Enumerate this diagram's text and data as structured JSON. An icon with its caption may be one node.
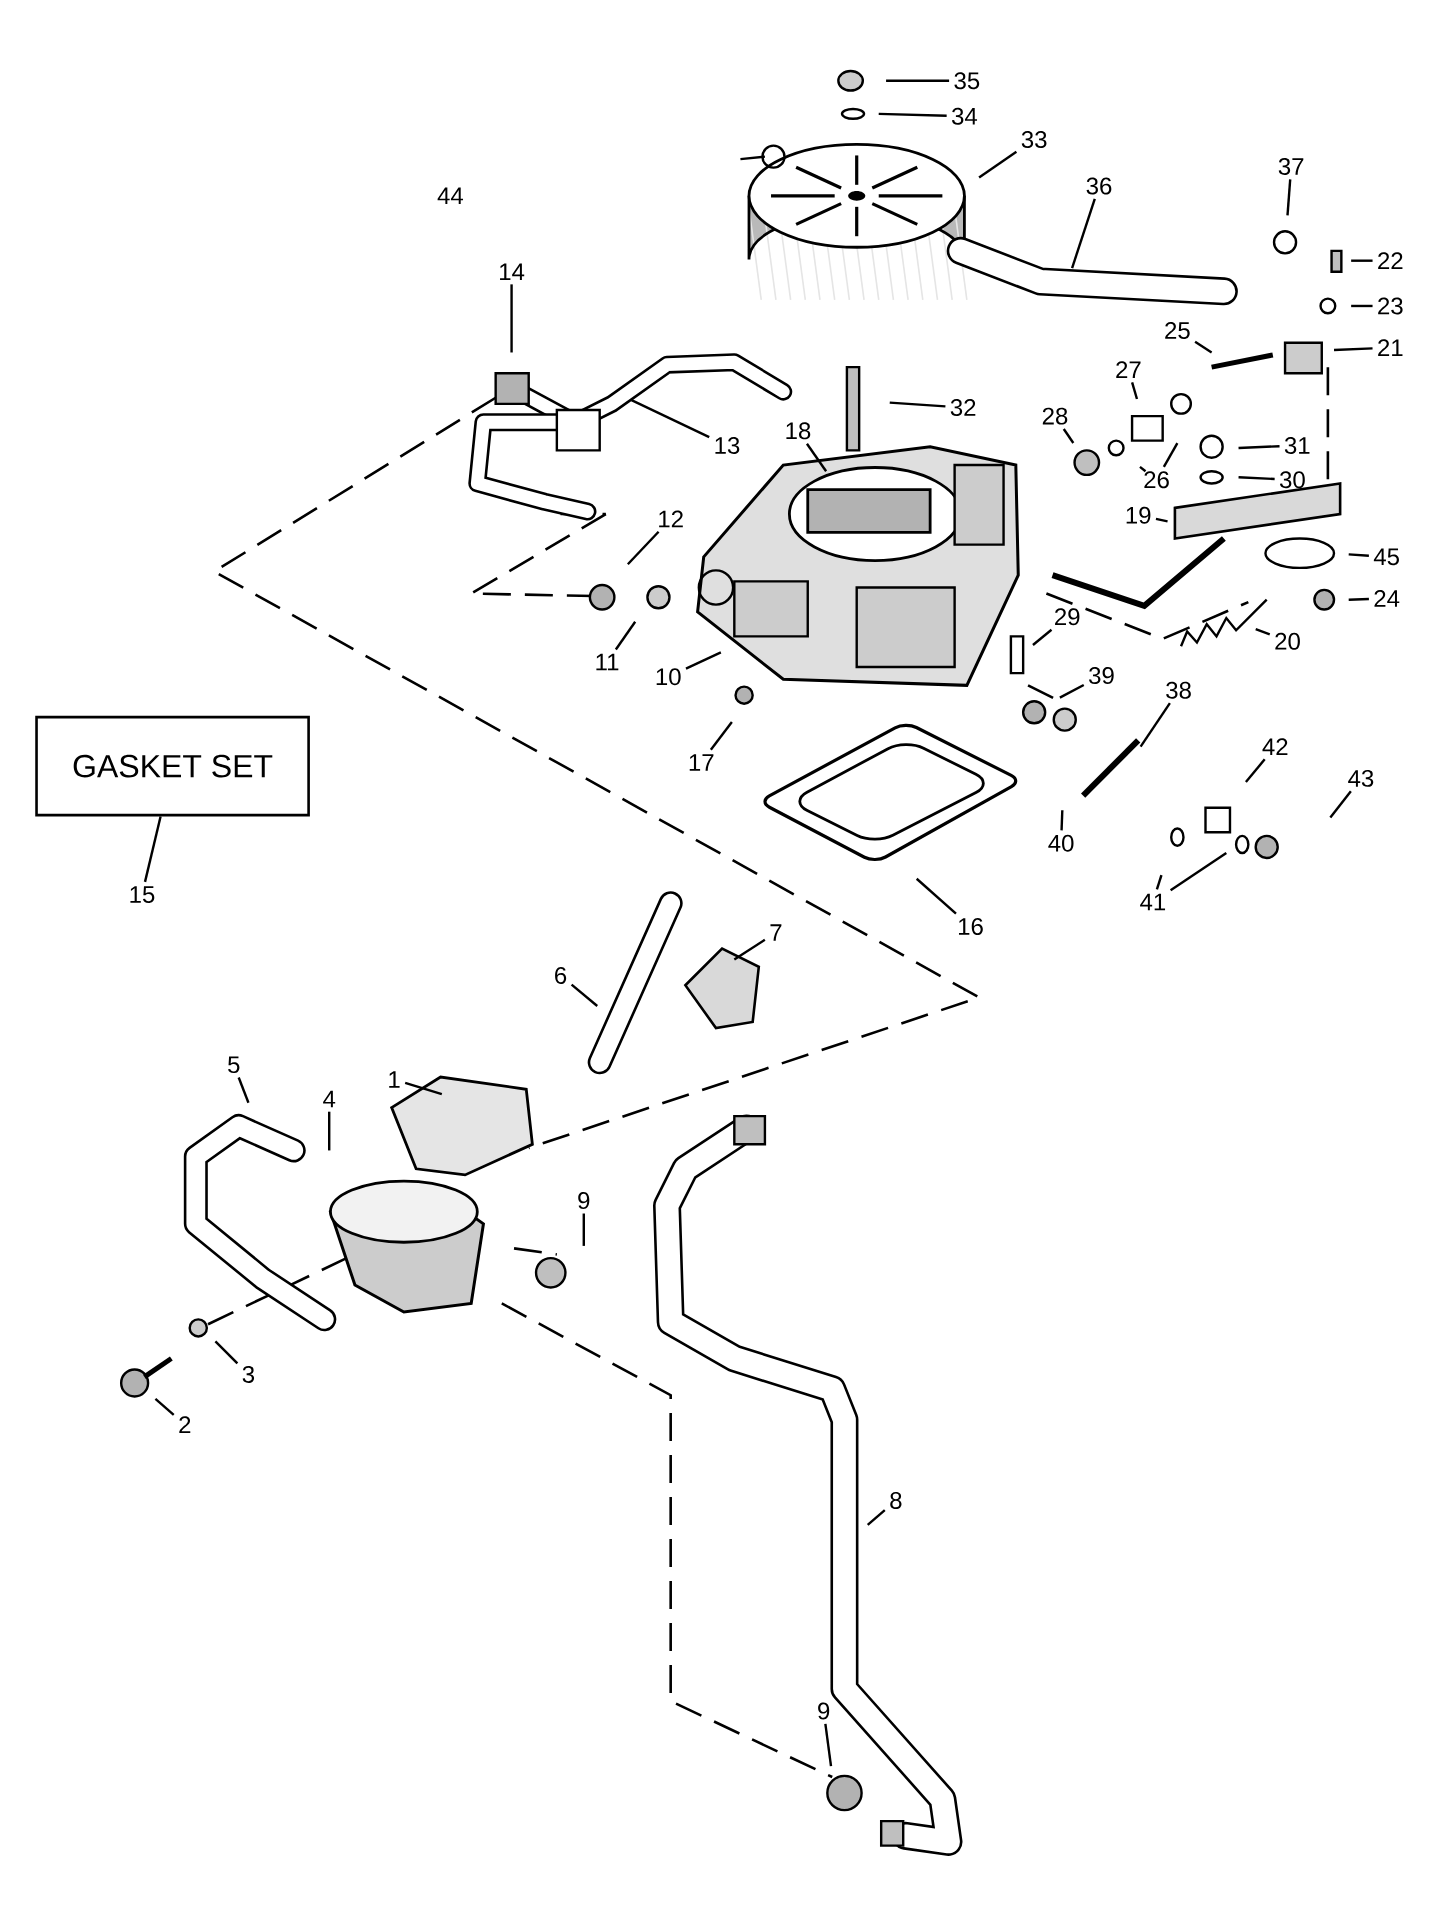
{
  "diagram": {
    "nodes": [
      {
        "text": [
          "35"
        ]
      },
      {
        "text": [
          "34"
        ]
      },
      {
        "text": [
          "33"
        ]
      },
      {
        "text": [
          "36"
        ]
      },
      {
        "text": [
          "37"
        ]
      },
      {
        "text": [
          "22"
        ]
      },
      {
        "text": [
          "14"
        ]
      },
      {
        "text": [
          "23"
        ]
      },
      {
        "text": [
          "25"
        ]
      },
      {
        "text": [
          "21"
        ]
      },
      {
        "text": [
          "27"
        ]
      },
      {
        "text": [
          "32"
        ]
      },
      {
        "text": [
          "28"
        ]
      },
      {
        "text": [
          "18"
        ]
      },
      {
        "text": [
          "31"
        ]
      },
      {
        "text": [
          "13"
        ]
      },
      {
        "text": [
          "26"
        ]
      },
      {
        "text": [
          "30"
        ]
      },
      {
        "text": [
          "19"
        ]
      },
      {
        "text": [
          "12"
        ]
      },
      {
        "text": [
          "45"
        ]
      },
      {
        "text": [
          "24"
        ]
      },
      {
        "text": [
          "29"
        ]
      },
      {
        "text": [
          "20"
        ]
      },
      {
        "text": [
          "11"
        ]
      },
      {
        "text": [
          "10"
        ]
      },
      {
        "text": [
          "39"
        ]
      },
      {
        "text": [
          "38"
        ]
      },
      {
        "text": [
          "GASKET SET"
        ]
      },
      {
        "text": [
          "42"
        ]
      },
      {
        "text": [
          "17"
        ]
      },
      {
        "text": [
          "43"
        ]
      },
      {
        "text": [
          "40"
        ]
      },
      {
        "text": [
          "15"
        ]
      },
      {
        "text": [
          "41"
        ]
      },
      {
        "text": [
          "16"
        ]
      },
      {
        "text": [
          "7"
        ]
      },
      {
        "text": [
          "6"
        ]
      },
      {
        "text": [
          "5"
        ]
      },
      {
        "text": [
          "1"
        ]
      },
      {
        "text": [
          "4"
        ]
      },
      {
        "text": [
          "9"
        ]
      },
      {
        "text": [
          "3"
        ]
      },
      {
        "text": [
          "2"
        ]
      },
      {
        "text": [
          "8"
        ]
      },
      {
        "text": [
          "9"
        ]
      }
    ],
    "edges": [
      {
        "from": 0,
        "to": null,
        "arrow": "none"
      },
      {
        "from": 1,
        "to": null,
        "arrow": "none"
      },
      {
        "from": 2,
        "to": null,
        "arrow": "none"
      },
      {
        "from": 3,
        "to": null,
        "arrow": "none"
      },
      {
        "from": 4,
        "to": null,
        "arrow": "none"
      },
      {
        "from": 5,
        "to": null,
        "arrow": "none"
      },
      {
        "from": 6,
        "to": null,
        "arrow": "none"
      },
      {
        "from": 7,
        "to": null,
        "arrow": "none"
      },
      {
        "from": 8,
        "to": null,
        "arrow": "none"
      },
      {
        "from": 9,
        "to": null,
        "arrow": "none"
      },
      {
        "from": 10,
        "to": null,
        "arrow": "none"
      },
      {
        "from": 11,
        "to": null,
        "arrow": "none"
      },
      {
        "from": 12,
        "to": null,
        "arrow": "none"
      },
      {
        "from": 13,
        "to": null,
        "arrow": "none"
      },
      {
        "from": 14,
        "to": null,
        "arrow": "none"
      },
      {
        "from": 15,
        "to": null,
        "arrow": "none"
      },
      {
        "from": 16,
        "to": null,
        "arrow": "none"
      },
      {
        "from": 16,
        "to": null,
        "arrow": "none"
      },
      {
        "from": 17,
        "to": null,
        "arrow": "none"
      },
      {
        "from": 18,
        "to": null,
        "arrow": "none"
      },
      {
        "from": 19,
        "to": null,
        "arrow": "none"
      },
      {
        "from": 20,
        "to": null,
        "arrow": "none"
      },
      {
        "from": 21,
        "to": null,
        "arrow": "none"
      },
      {
        "from": 22,
        "to": null,
        "arrow": "none"
      },
      {
        "from": 23,
        "to": null,
        "arrow": "none"
      },
      {
        "from": 24,
        "to": null,
        "arrow": "none"
      },
      {
        "from": 25,
        "to": null,
        "arrow": "none"
      },
      {
        "from": 26,
        "to": null,
        "arrow": "none"
      },
      {
        "from": 27,
        "to": null,
        "arrow": "none"
      },
      {
        "from": 29,
        "to": null,
        "arrow": "none"
      },
      {
        "from": 30,
        "to": null,
        "arrow": "none"
      },
      {
        "from": 31,
        "to": null,
        "arrow": "none"
      },
      {
        "from": 32,
        "to": null,
        "arrow": "none"
      },
      {
        "from": 33,
        "to": 28,
        "arrow": "none"
      },
      {
        "from": 34,
        "to": null,
        "arrow": "none"
      },
      {
        "from": 34,
        "to": null,
        "arrow": "none"
      },
      {
        "from": 35,
        "to": null,
        "arrow": "none"
      },
      {
        "from": 36,
        "to": null,
        "arrow": "none"
      },
      {
        "from": 37,
        "to": null,
        "arrow": "none"
      },
      {
        "from": 38,
        "to": null,
        "arrow": "none"
      },
      {
        "from": 39,
        "to": null,
        "arrow": "none"
      },
      {
        "from": 40,
        "to": null,
        "arrow": "none"
      },
      {
        "from": 41,
        "to": null,
        "arrow": "none"
      },
      {
        "from": 42,
        "to": null,
        "arrow": "none"
      },
      {
        "from": 43,
        "to": null,
        "arrow": "none"
      },
      {
        "from": 44,
        "to": null,
        "arrow": "none"
      },
      {
        "from": 45,
        "to": null,
        "arrow": "none"
      }
    ],
    "labels": [
      "44"
    ]
  }
}
